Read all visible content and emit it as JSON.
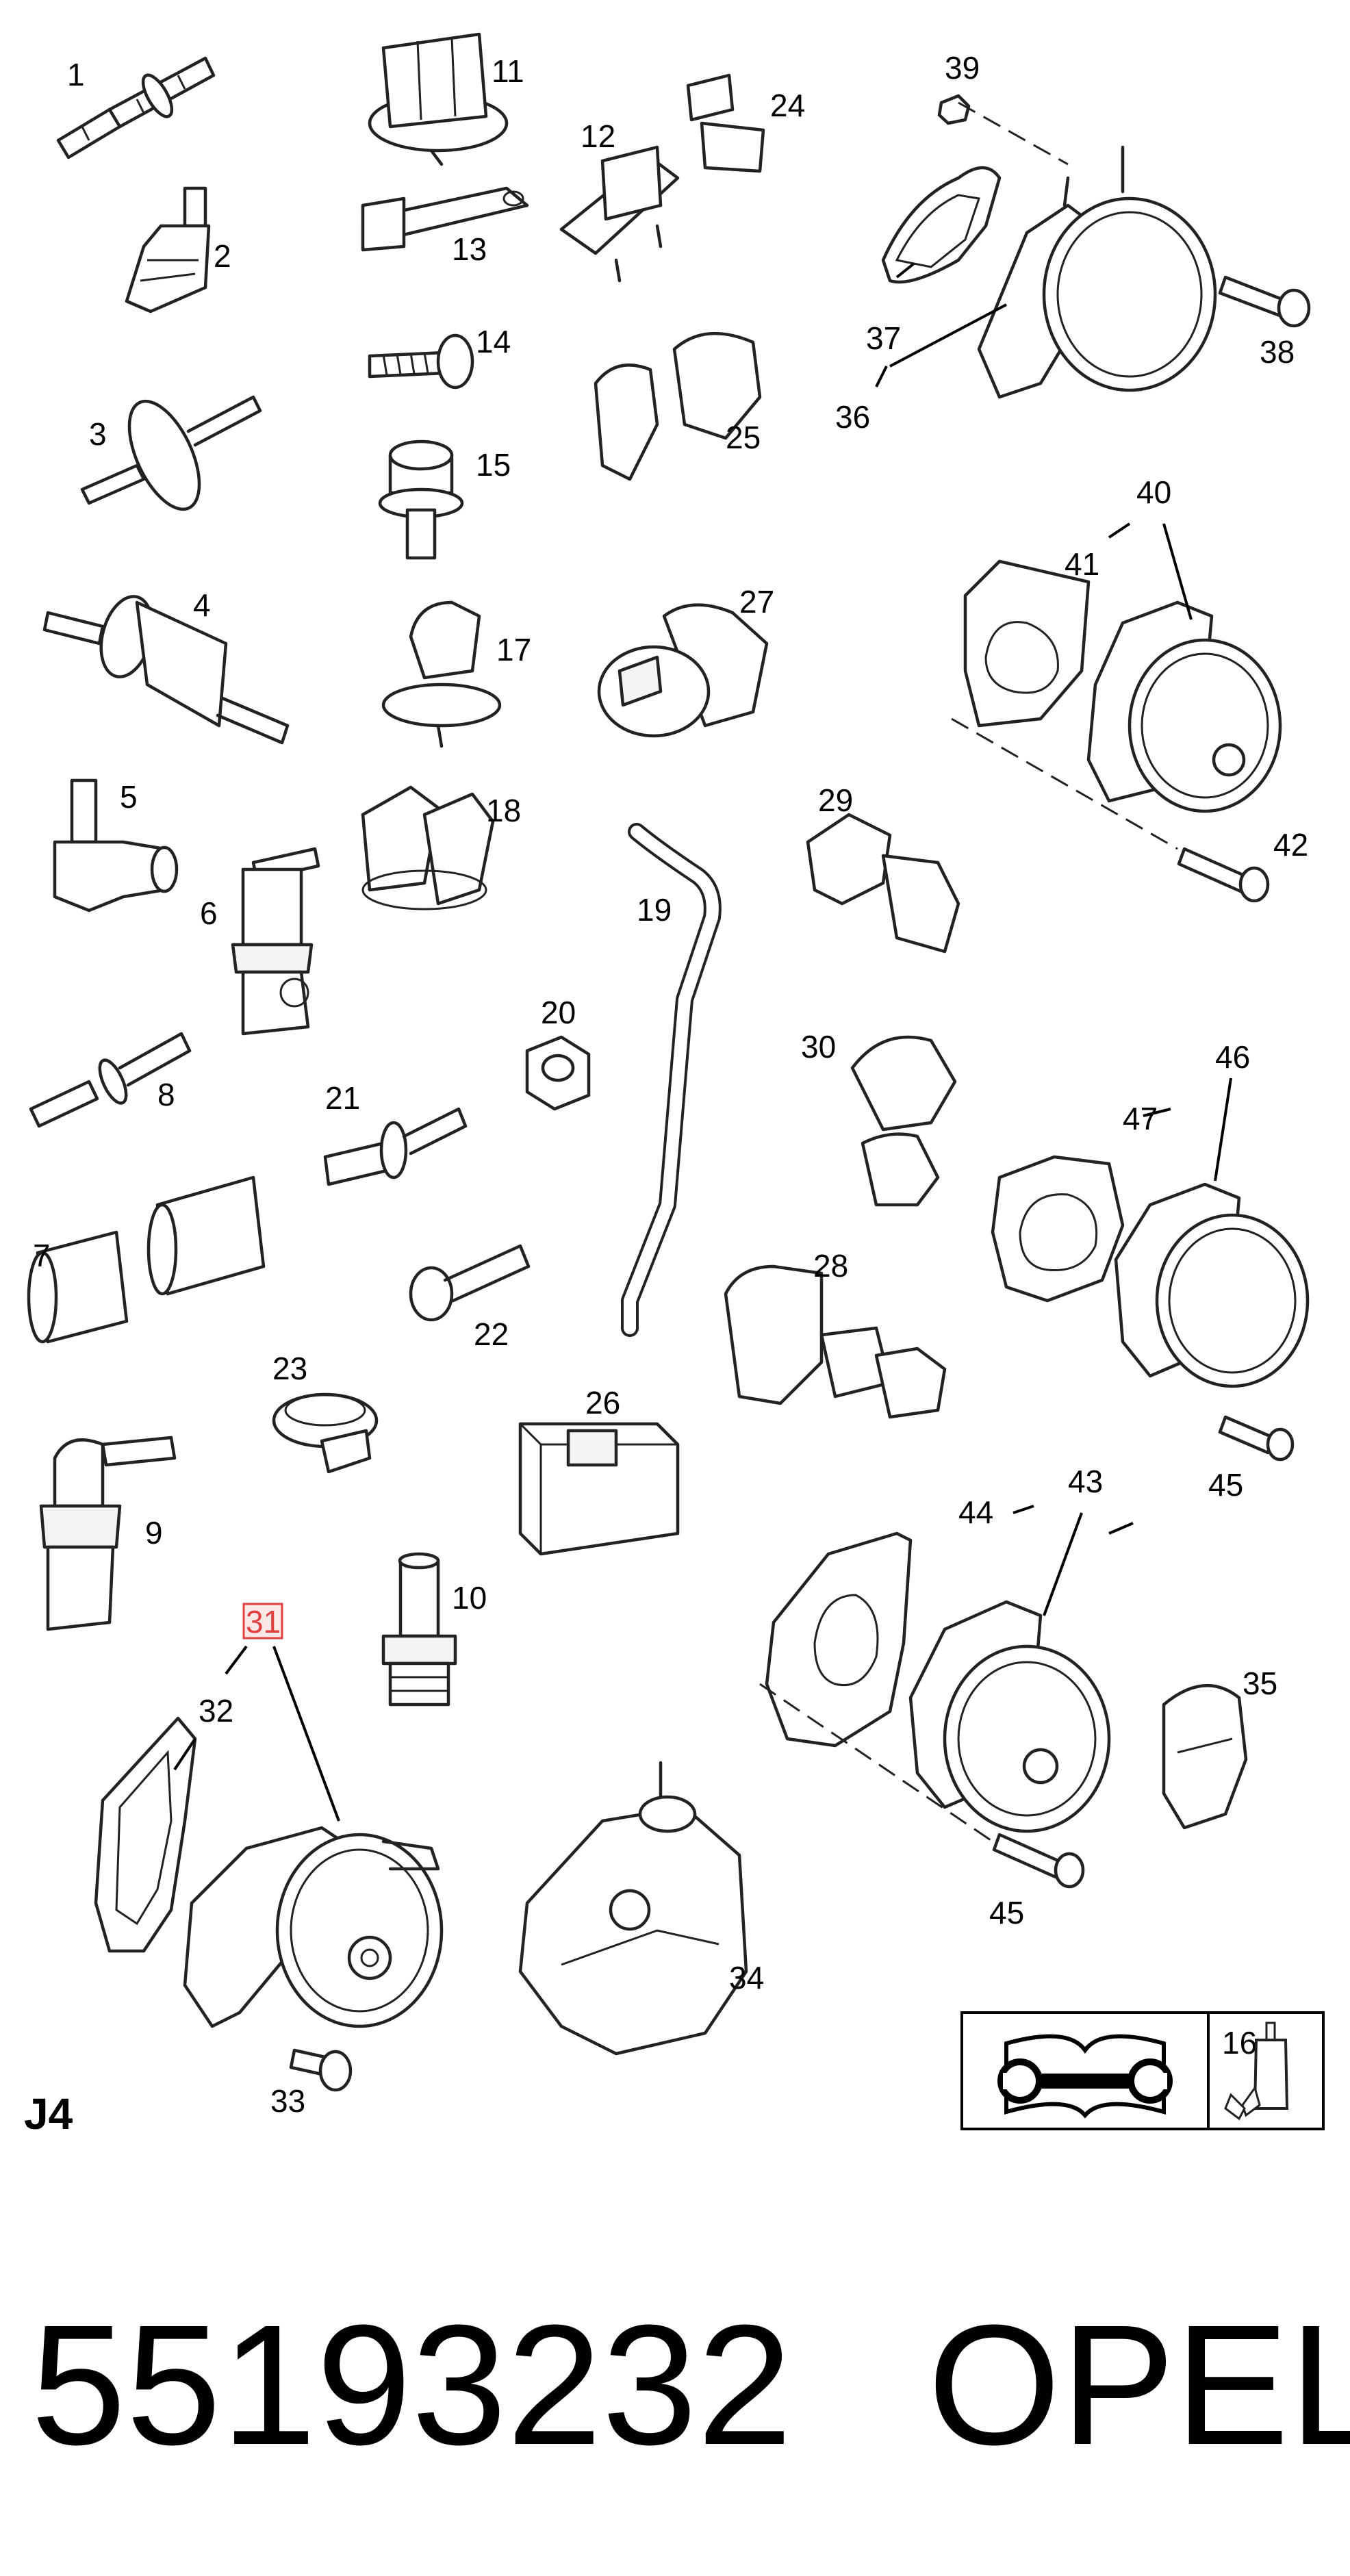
{
  "labels": {
    "p1": "1",
    "p2": "2",
    "p3": "3",
    "p4": "4",
    "p5": "5",
    "p6": "6",
    "p7": "7",
    "p8": "8",
    "p9": "9",
    "p10": "10",
    "p11": "11",
    "p12": "12",
    "p13": "13",
    "p14": "14",
    "p15": "15",
    "p16": "16",
    "p17": "17",
    "p18": "18",
    "p19": "19",
    "p20": "20",
    "p21": "21",
    "p22": "22",
    "p23": "23",
    "p24": "24",
    "p25": "25",
    "p26": "26",
    "p27": "27",
    "p28": "28",
    "p29": "29",
    "p30": "30",
    "p31": "31",
    "p32": "32",
    "p33": "33",
    "p34": "34",
    "p35": "35",
    "p36": "36",
    "p37": "37",
    "p38": "38",
    "p39": "39",
    "p40": "40",
    "p41": "41",
    "p42": "42",
    "p43": "43",
    "p44": "44",
    "p45a": "45",
    "p45b": "45",
    "p46": "46",
    "p47": "47"
  },
  "highlighted_label": "31",
  "section_code": "J4",
  "part_number": "55193232",
  "brand": "OPEL",
  "legend_icon": "manual-wrench-icon",
  "colors": {
    "ink": "#000000",
    "highlight_border": "#e04040",
    "highlight_fill": "#fde8e8"
  }
}
